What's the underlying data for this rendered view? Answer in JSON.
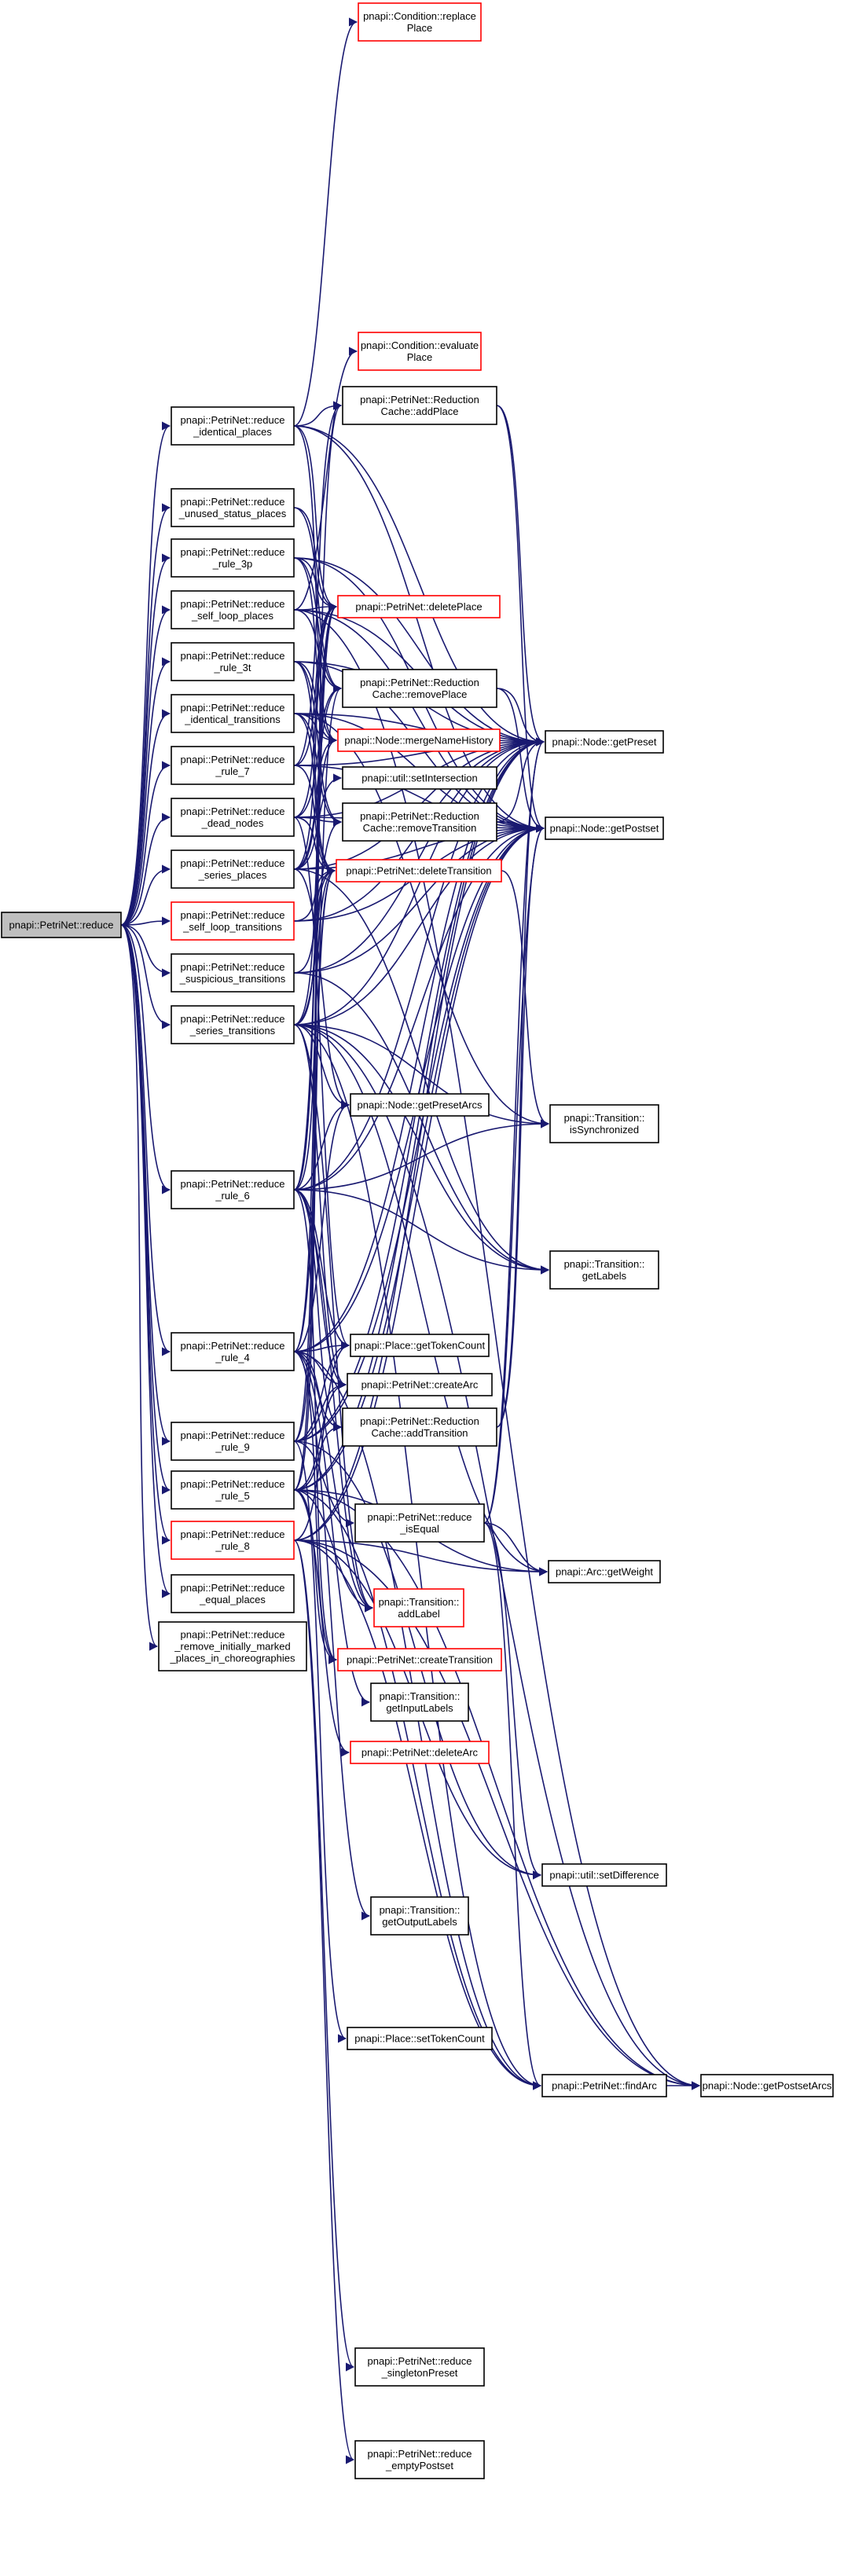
{
  "style": {
    "edge_color": "#191970",
    "node_border": "#000000",
    "truncated_border": "#ff0000",
    "root_fill": "#bfbfbf",
    "node_fill": "#ffffff"
  },
  "nodes": [
    {
      "id": "root",
      "lines": [
        "pnapi::PetriNet::reduce"
      ],
      "root": true
    },
    {
      "id": "r_id_places",
      "lines": [
        "pnapi::PetriNet::reduce",
        "_identical_places"
      ]
    },
    {
      "id": "r_unused",
      "lines": [
        "pnapi::PetriNet::reduce",
        "_unused_status_places"
      ]
    },
    {
      "id": "r_3p",
      "lines": [
        "pnapi::PetriNet::reduce",
        "_rule_3p"
      ]
    },
    {
      "id": "r_selfloop_pl",
      "lines": [
        "pnapi::PetriNet::reduce",
        "_self_loop_places"
      ]
    },
    {
      "id": "r_3t",
      "lines": [
        "pnapi::PetriNet::reduce",
        "_rule_3t"
      ]
    },
    {
      "id": "r_id_trans",
      "lines": [
        "pnapi::PetriNet::reduce",
        "_identical_transitions"
      ]
    },
    {
      "id": "r_7",
      "lines": [
        "pnapi::PetriNet::reduce",
        "_rule_7"
      ]
    },
    {
      "id": "r_dead",
      "lines": [
        "pnapi::PetriNet::reduce",
        "_dead_nodes"
      ]
    },
    {
      "id": "r_series_pl",
      "lines": [
        "pnapi::PetriNet::reduce",
        "_series_places"
      ]
    },
    {
      "id": "r_selfloop_tr",
      "lines": [
        "pnapi::PetriNet::reduce",
        "_self_loop_transitions"
      ],
      "red": true
    },
    {
      "id": "r_suspicious",
      "lines": [
        "pnapi::PetriNet::reduce",
        "_suspicious_transitions"
      ]
    },
    {
      "id": "r_series_tr",
      "lines": [
        "pnapi::PetriNet::reduce",
        "_series_transitions"
      ]
    },
    {
      "id": "r_6",
      "lines": [
        "pnapi::PetriNet::reduce",
        "_rule_6"
      ]
    },
    {
      "id": "r_4",
      "lines": [
        "pnapi::PetriNet::reduce",
        "_rule_4"
      ]
    },
    {
      "id": "r_9",
      "lines": [
        "pnapi::PetriNet::reduce",
        "_rule_9"
      ]
    },
    {
      "id": "r_5",
      "lines": [
        "pnapi::PetriNet::reduce",
        "_rule_5"
      ]
    },
    {
      "id": "r_8",
      "lines": [
        "pnapi::PetriNet::reduce",
        "_rule_8"
      ],
      "red": true
    },
    {
      "id": "r_equal",
      "lines": [
        "pnapi::PetriNet::reduce",
        "_equal_places"
      ]
    },
    {
      "id": "r_remove_init",
      "lines": [
        "pnapi::PetriNet::reduce",
        "_remove_initially_marked",
        "_places_in_choreographies"
      ]
    },
    {
      "id": "cond_replace",
      "lines": [
        "pnapi::Condition::replace",
        "Place"
      ],
      "red": true
    },
    {
      "id": "cond_eval",
      "lines": [
        "pnapi::Condition::evaluate",
        "Place"
      ],
      "red": true
    },
    {
      "id": "rc_addPlace",
      "lines": [
        "pnapi::PetriNet::Reduction",
        "Cache::addPlace"
      ]
    },
    {
      "id": "deletePlace",
      "lines": [
        "pnapi::PetriNet::deletePlace"
      ],
      "red": true
    },
    {
      "id": "rc_removePlace",
      "lines": [
        "pnapi::PetriNet::Reduction",
        "Cache::removePlace"
      ]
    },
    {
      "id": "mergeName",
      "lines": [
        "pnapi::Node::mergeNameHistory"
      ],
      "red": true
    },
    {
      "id": "setIntersection",
      "lines": [
        "pnapi::util::setIntersection"
      ]
    },
    {
      "id": "rc_removeTrans",
      "lines": [
        "pnapi::PetriNet::Reduction",
        "Cache::removeTransition"
      ]
    },
    {
      "id": "deleteTrans",
      "lines": [
        "pnapi::PetriNet::deleteTransition"
      ],
      "red": true
    },
    {
      "id": "getPresetArcs",
      "lines": [
        "pnapi::Node::getPresetArcs"
      ]
    },
    {
      "id": "getTokenCount",
      "lines": [
        "pnapi::Place::getTokenCount"
      ]
    },
    {
      "id": "createArc",
      "lines": [
        "pnapi::PetriNet::createArc"
      ]
    },
    {
      "id": "rc_addTrans",
      "lines": [
        "pnapi::PetriNet::Reduction",
        "Cache::addTransition"
      ]
    },
    {
      "id": "isEqual",
      "lines": [
        "pnapi::PetriNet::reduce",
        "_isEqual"
      ]
    },
    {
      "id": "addLabel",
      "lines": [
        "pnapi::Transition::",
        "addLabel"
      ],
      "red": true
    },
    {
      "id": "createTrans",
      "lines": [
        "pnapi::PetriNet::createTransition"
      ],
      "red": true
    },
    {
      "id": "getInputLabels",
      "lines": [
        "pnapi::Transition::",
        "getInputLabels"
      ]
    },
    {
      "id": "deleteArc",
      "lines": [
        "pnapi::PetriNet::deleteArc"
      ],
      "red": true
    },
    {
      "id": "getOutputLabels",
      "lines": [
        "pnapi::Transition::",
        "getOutputLabels"
      ]
    },
    {
      "id": "setTokenCount",
      "lines": [
        "pnapi::Place::setTokenCount"
      ]
    },
    {
      "id": "singletonPreset",
      "lines": [
        "pnapi::PetriNet::reduce",
        "_singletonPreset"
      ]
    },
    {
      "id": "emptyPostset",
      "lines": [
        "pnapi::PetriNet::reduce",
        "_emptyPostset"
      ]
    },
    {
      "id": "getPreset",
      "lines": [
        "pnapi::Node::getPreset"
      ]
    },
    {
      "id": "getPostset",
      "lines": [
        "pnapi::Node::getPostset"
      ]
    },
    {
      "id": "isSynchronized",
      "lines": [
        "pnapi::Transition::",
        "isSynchronized"
      ]
    },
    {
      "id": "getLabels",
      "lines": [
        "pnapi::Transition::",
        "getLabels"
      ]
    },
    {
      "id": "getWeight",
      "lines": [
        "pnapi::Arc::getWeight"
      ]
    },
    {
      "id": "setDifference",
      "lines": [
        "pnapi::util::setDifference"
      ]
    },
    {
      "id": "findArc",
      "lines": [
        "pnapi::PetriNet::findArc"
      ]
    },
    {
      "id": "getPostsetArcs",
      "lines": [
        "pnapi::Node::getPostsetArcs"
      ]
    }
  ],
  "edges": [
    [
      "root",
      "r_id_places"
    ],
    [
      "root",
      "r_unused"
    ],
    [
      "root",
      "r_3p"
    ],
    [
      "root",
      "r_selfloop_pl"
    ],
    [
      "root",
      "r_3t"
    ],
    [
      "root",
      "r_id_trans"
    ],
    [
      "root",
      "r_7"
    ],
    [
      "root",
      "r_dead"
    ],
    [
      "root",
      "r_series_pl"
    ],
    [
      "root",
      "r_selfloop_tr"
    ],
    [
      "root",
      "r_suspicious"
    ],
    [
      "root",
      "r_series_tr"
    ],
    [
      "root",
      "r_6"
    ],
    [
      "root",
      "r_4"
    ],
    [
      "root",
      "r_9"
    ],
    [
      "root",
      "r_5"
    ],
    [
      "root",
      "r_8"
    ],
    [
      "root",
      "r_equal"
    ],
    [
      "root",
      "r_remove_init"
    ],
    [
      "r_id_places",
      "cond_replace"
    ],
    [
      "r_id_places",
      "rc_addPlace"
    ],
    [
      "r_id_places",
      "deletePlace"
    ],
    [
      "r_id_places",
      "getPreset"
    ],
    [
      "r_id_places",
      "getPostset"
    ],
    [
      "r_id_places",
      "mergeName"
    ],
    [
      "r_unused",
      "deletePlace"
    ],
    [
      "r_unused",
      "rc_removePlace"
    ],
    [
      "r_3p",
      "deletePlace"
    ],
    [
      "r_3p",
      "rc_removePlace"
    ],
    [
      "r_3p",
      "getPreset"
    ],
    [
      "r_3p",
      "getPostset"
    ],
    [
      "r_3p",
      "mergeName"
    ],
    [
      "r_selfloop_pl",
      "cond_eval"
    ],
    [
      "r_selfloop_pl",
      "deletePlace"
    ],
    [
      "r_selfloop_pl",
      "rc_removePlace"
    ],
    [
      "r_selfloop_pl",
      "getPreset"
    ],
    [
      "r_selfloop_pl",
      "getPostset"
    ],
    [
      "r_selfloop_pl",
      "getPostsetArcs"
    ],
    [
      "r_3t",
      "deleteTrans"
    ],
    [
      "r_3t",
      "rc_removeTrans"
    ],
    [
      "r_3t",
      "getPreset"
    ],
    [
      "r_3t",
      "getPostset"
    ],
    [
      "r_3t",
      "mergeName"
    ],
    [
      "r_id_trans",
      "deleteTrans"
    ],
    [
      "r_id_trans",
      "rc_removeTrans"
    ],
    [
      "r_id_trans",
      "getPreset"
    ],
    [
      "r_id_trans",
      "getPostset"
    ],
    [
      "r_id_trans",
      "mergeName"
    ],
    [
      "r_id_trans",
      "isSynchronized"
    ],
    [
      "r_7",
      "rc_addPlace"
    ],
    [
      "r_7",
      "deletePlace"
    ],
    [
      "r_7",
      "getPreset"
    ],
    [
      "r_7",
      "getPostset"
    ],
    [
      "r_7",
      "deleteTrans"
    ],
    [
      "r_dead",
      "deletePlace"
    ],
    [
      "r_dead",
      "deleteTrans"
    ],
    [
      "r_dead",
      "rc_removePlace"
    ],
    [
      "r_dead",
      "rc_removeTrans"
    ],
    [
      "r_dead",
      "getPreset"
    ],
    [
      "r_dead",
      "getPostset"
    ],
    [
      "r_dead",
      "getTokenCount"
    ],
    [
      "r_series_pl",
      "deletePlace"
    ],
    [
      "r_series_pl",
      "rc_removePlace"
    ],
    [
      "r_series_pl",
      "mergeName"
    ],
    [
      "r_series_pl",
      "setIntersection"
    ],
    [
      "r_series_pl",
      "getPreset"
    ],
    [
      "r_series_pl",
      "getPostset"
    ],
    [
      "r_series_pl",
      "getPresetArcs"
    ],
    [
      "r_series_pl",
      "getLabels"
    ],
    [
      "r_selfloop_tr",
      "deleteTrans"
    ],
    [
      "r_selfloop_tr",
      "getPreset"
    ],
    [
      "r_selfloop_tr",
      "getPostset"
    ],
    [
      "r_suspicious",
      "deleteTrans"
    ],
    [
      "r_suspicious",
      "getPreset"
    ],
    [
      "r_suspicious",
      "getPostset"
    ],
    [
      "r_suspicious",
      "getLabels"
    ],
    [
      "r_series_tr",
      "deleteTrans"
    ],
    [
      "r_series_tr",
      "rc_removeTrans"
    ],
    [
      "r_series_tr",
      "mergeName"
    ],
    [
      "r_series_tr",
      "getPreset"
    ],
    [
      "r_series_tr",
      "getPostset"
    ],
    [
      "r_series_tr",
      "getPresetArcs"
    ],
    [
      "r_series_tr",
      "isSynchronized"
    ],
    [
      "r_series_tr",
      "getLabels"
    ],
    [
      "r_series_tr",
      "getWeight"
    ],
    [
      "r_series_tr",
      "findArc"
    ],
    [
      "r_series_tr",
      "getPostsetArcs"
    ],
    [
      "r_series_tr",
      "createArc"
    ],
    [
      "r_series_tr",
      "addLabel"
    ],
    [
      "r_6",
      "deleteTrans"
    ],
    [
      "r_6",
      "rc_addPlace"
    ],
    [
      "r_6",
      "getPresetArcs"
    ],
    [
      "r_6",
      "getTokenCount"
    ],
    [
      "r_6",
      "createArc"
    ],
    [
      "r_6",
      "rc_addTrans"
    ],
    [
      "r_6",
      "isSynchronized"
    ],
    [
      "r_6",
      "getLabels"
    ],
    [
      "r_6",
      "getPreset"
    ],
    [
      "r_6",
      "getPostset"
    ],
    [
      "r_6",
      "createTrans"
    ],
    [
      "r_6",
      "addLabel"
    ],
    [
      "r_6",
      "deletePlace"
    ],
    [
      "r_4",
      "deletePlace"
    ],
    [
      "r_4",
      "rc_removePlace"
    ],
    [
      "r_4",
      "getTokenCount"
    ],
    [
      "r_4",
      "createArc"
    ],
    [
      "r_4",
      "rc_addTrans"
    ],
    [
      "r_4",
      "getPresetArcs"
    ],
    [
      "r_4",
      "getPreset"
    ],
    [
      "r_4",
      "getPostset"
    ],
    [
      "r_4",
      "addLabel"
    ],
    [
      "r_4",
      "createTrans"
    ],
    [
      "r_4",
      "getInputLabels"
    ],
    [
      "r_4",
      "getOutputLabels"
    ],
    [
      "r_4",
      "findArc"
    ],
    [
      "r_9",
      "deleteTrans"
    ],
    [
      "r_9",
      "getPreset"
    ],
    [
      "r_9",
      "getPostset"
    ],
    [
      "r_9",
      "isEqual"
    ],
    [
      "r_9",
      "createArc"
    ],
    [
      "r_9",
      "setTokenCount"
    ],
    [
      "r_9",
      "getTokenCount"
    ],
    [
      "r_9",
      "deletePlace"
    ],
    [
      "r_9",
      "setDifference"
    ],
    [
      "r_5",
      "deleteTrans"
    ],
    [
      "r_5",
      "deletePlace"
    ],
    [
      "r_5",
      "getPreset"
    ],
    [
      "r_5",
      "getPostset"
    ],
    [
      "r_5",
      "createArc"
    ],
    [
      "r_5",
      "createTrans"
    ],
    [
      "r_5",
      "addLabel"
    ],
    [
      "r_5",
      "deleteArc"
    ],
    [
      "r_5",
      "getWeight"
    ],
    [
      "r_5",
      "findArc"
    ],
    [
      "r_5",
      "getPostsetArcs"
    ],
    [
      "r_5",
      "rc_addTrans"
    ],
    [
      "r_8",
      "singletonPreset"
    ],
    [
      "r_8",
      "emptyPostset"
    ],
    [
      "r_8",
      "findArc"
    ],
    [
      "r_8",
      "getWeight"
    ],
    [
      "r_8",
      "setDifference"
    ],
    [
      "r_8",
      "getPreset"
    ],
    [
      "r_8",
      "getPostset"
    ],
    [
      "r_8",
      "getPostsetArcs"
    ],
    [
      "r_8",
      "getTokenCount"
    ],
    [
      "rc_addPlace",
      "getPreset"
    ],
    [
      "rc_addPlace",
      "getPostset"
    ],
    [
      "rc_removePlace",
      "getPreset"
    ],
    [
      "rc_removePlace",
      "getPostset"
    ],
    [
      "rc_removeTrans",
      "getPreset"
    ],
    [
      "rc_removeTrans",
      "getPostset"
    ],
    [
      "rc_addTrans",
      "getPreset"
    ],
    [
      "rc_addTrans",
      "getPostset"
    ],
    [
      "deleteTrans",
      "isSynchronized"
    ],
    [
      "isEqual",
      "getPreset"
    ],
    [
      "isEqual",
      "getPostset"
    ],
    [
      "isEqual",
      "getWeight"
    ],
    [
      "isEqual",
      "setDifference"
    ],
    [
      "isEqual",
      "findArc"
    ],
    [
      "findArc",
      "getPostsetArcs"
    ]
  ]
}
